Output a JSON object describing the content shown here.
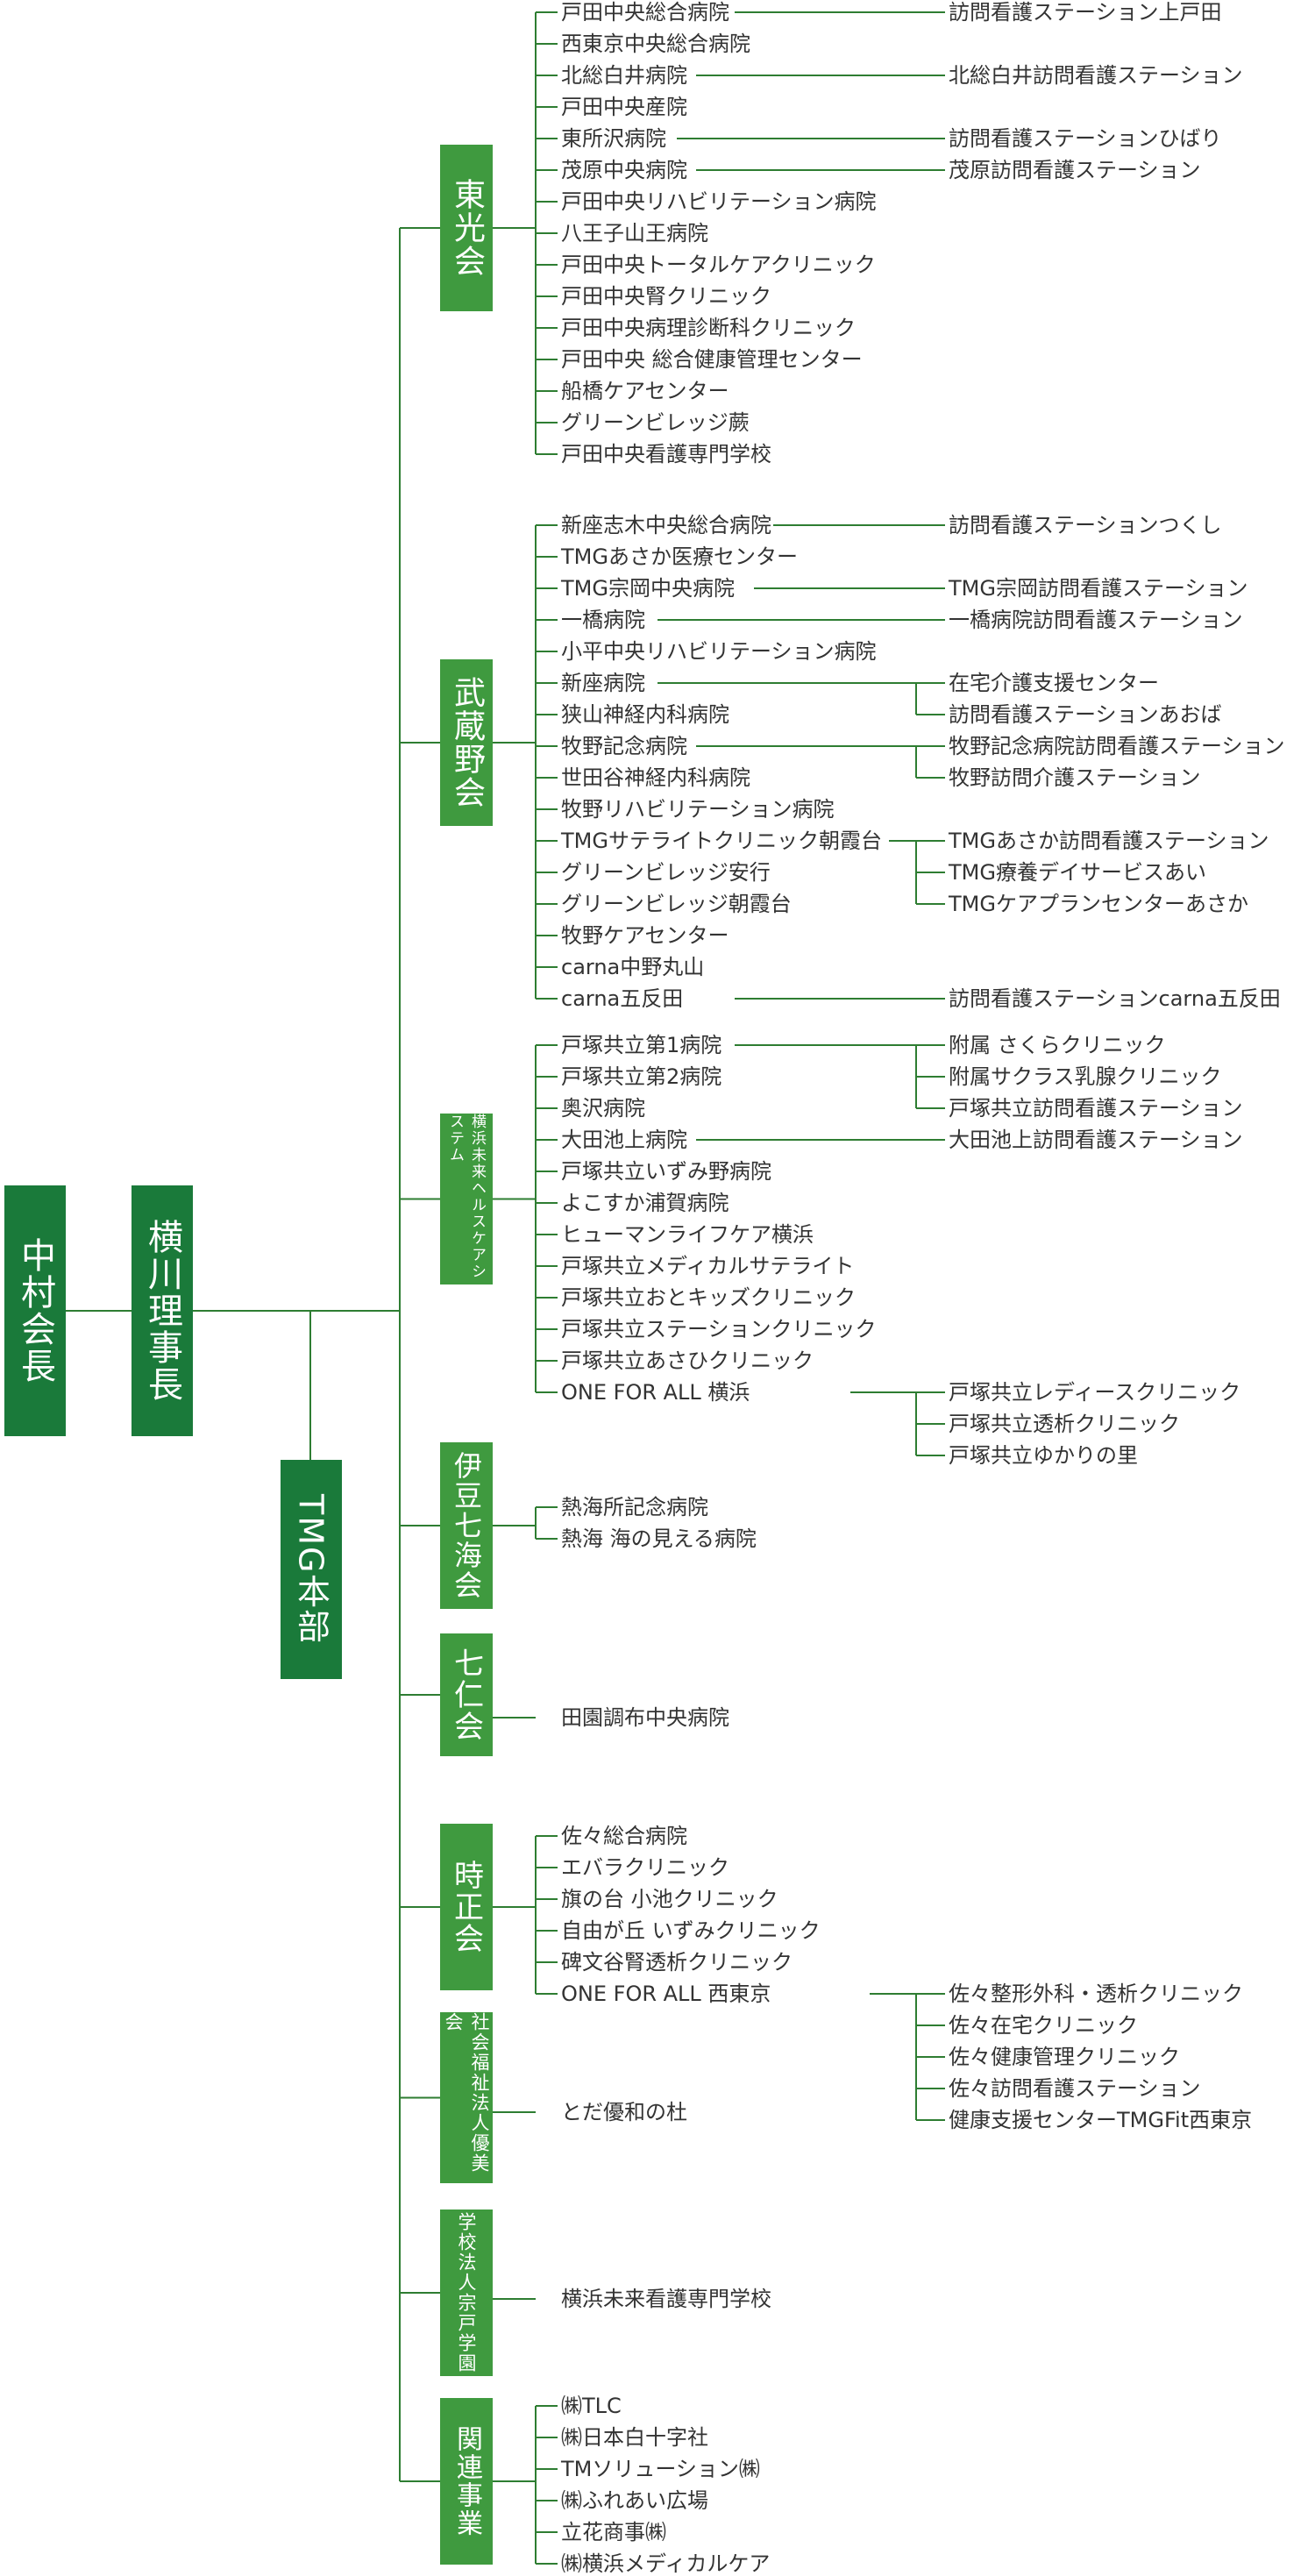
{
  "colors": {
    "dark": "#1a7a3a",
    "medium": "#3f9a3f",
    "line": "#2e7d32",
    "text": "#333333"
  },
  "top": {
    "chairman": "中村会長",
    "director": "横川理事長",
    "hq": "TMG本部"
  },
  "groups": [
    {
      "name": "東光会",
      "items": [
        {
          "label": "戸田中央総合病院",
          "children": [
            "訪問看護ステーション上戸田"
          ]
        },
        {
          "label": "西東京中央総合病院",
          "children": []
        },
        {
          "label": "北総白井病院",
          "children": [
            "北総白井訪問看護ステーション"
          ]
        },
        {
          "label": "戸田中央産院",
          "children": []
        },
        {
          "label": "東所沢病院",
          "children": [
            "訪問看護ステーションひばり"
          ]
        },
        {
          "label": "茂原中央病院",
          "children": [
            "茂原訪問看護ステーション"
          ]
        },
        {
          "label": "戸田中央リハビリテーション病院",
          "children": []
        },
        {
          "label": "八王子山王病院",
          "children": []
        },
        {
          "label": "戸田中央トータルケアクリニック",
          "children": []
        },
        {
          "label": "戸田中央腎クリニック",
          "children": []
        },
        {
          "label": "戸田中央病理診断科クリニック",
          "children": []
        },
        {
          "label": "戸田中央 総合健康管理センター",
          "children": []
        },
        {
          "label": "船橋ケアセンター",
          "children": []
        },
        {
          "label": "グリーンビレッジ蕨",
          "children": []
        },
        {
          "label": "戸田中央看護専門学校",
          "children": []
        }
      ]
    },
    {
      "name": "武蔵野会",
      "items": [
        {
          "label": "新座志木中央総合病院",
          "children": [
            "訪問看護ステーションつくし"
          ]
        },
        {
          "label": "TMGあさか医療センター",
          "children": []
        },
        {
          "label": "TMG宗岡中央病院",
          "children": [
            "TMG宗岡訪問看護ステーション"
          ]
        },
        {
          "label": "一橋病院",
          "children": [
            "一橋病院訪問看護ステーション"
          ]
        },
        {
          "label": "小平中央リハビリテーション病院",
          "children": []
        },
        {
          "label": "新座病院",
          "children": [
            "在宅介護支援センター",
            "訪問看護ステーションあおば"
          ]
        },
        {
          "label": "狭山神経内科病院",
          "children": []
        },
        {
          "label": "牧野記念病院",
          "children": [
            "牧野記念病院訪問看護ステーション",
            "牧野訪問介護ステーション"
          ]
        },
        {
          "label": "世田谷神経内科病院",
          "children": []
        },
        {
          "label": "牧野リハビリテーション病院",
          "children": []
        },
        {
          "label": "TMGサテライトクリニック朝霞台",
          "children": [
            "TMGあさか訪問看護ステーション",
            "TMG療養デイサービスあい",
            "TMGケアプランセンターあさか"
          ]
        },
        {
          "label": "グリーンビレッジ安行",
          "children": []
        },
        {
          "label": "グリーンビレッジ朝霞台",
          "children": []
        },
        {
          "label": "牧野ケアセンター",
          "children": []
        },
        {
          "label": "carna中野丸山",
          "children": []
        },
        {
          "label": "carna五反田",
          "children": [
            "訪問看護ステーションcarna五反田"
          ]
        }
      ]
    },
    {
      "name": "横浜未来ヘルスケアシステム",
      "items": [
        {
          "label": "戸塚共立第1病院",
          "children": [
            "附属 さくらクリニック",
            "附属サクラス乳腺クリニック",
            "戸塚共立訪問看護ステーション"
          ]
        },
        {
          "label": "戸塚共立第2病院",
          "children": []
        },
        {
          "label": "奥沢病院",
          "children": []
        },
        {
          "label": "大田池上病院",
          "children": [
            "大田池上訪問看護ステーション"
          ]
        },
        {
          "label": "戸塚共立いずみ野病院",
          "children": []
        },
        {
          "label": "よこすか浦賀病院",
          "children": []
        },
        {
          "label": "ヒューマンライフケア横浜",
          "children": []
        },
        {
          "label": "戸塚共立メディカルサテライト",
          "children": []
        },
        {
          "label": "戸塚共立おとキッズクリニック",
          "children": []
        },
        {
          "label": "戸塚共立ステーションクリニック",
          "children": []
        },
        {
          "label": "戸塚共立あさひクリニック",
          "children": []
        },
        {
          "label": "ONE FOR ALL 横浜",
          "children": [
            "戸塚共立レディースクリニック",
            "戸塚共立透析クリニック",
            "戸塚共立ゆかりの里"
          ]
        }
      ]
    },
    {
      "name": "伊豆七海会",
      "items": [
        {
          "label": "熱海所記念病院",
          "children": []
        },
        {
          "label": "熱海 海の見える病院",
          "children": []
        }
      ]
    },
    {
      "name": "七仁会",
      "items": [
        {
          "label": "田園調布中央病院",
          "children": []
        }
      ]
    },
    {
      "name": "時正会",
      "items": [
        {
          "label": "佐々総合病院",
          "children": []
        },
        {
          "label": "エバラクリニック",
          "children": []
        },
        {
          "label": "旗の台 小池クリニック",
          "children": []
        },
        {
          "label": "自由が丘 いずみクリニック",
          "children": []
        },
        {
          "label": "碑文谷腎透析クリニック",
          "children": []
        },
        {
          "label": "ONE FOR ALL 西東京",
          "children": [
            "佐々整形外科・透析クリニック",
            "佐々在宅クリニック",
            "佐々健康管理クリニック",
            "佐々訪問看護ステーション",
            "健康支援センターTMGFit西東京"
          ]
        }
      ]
    },
    {
      "name": "社会福祉法人優美会",
      "items": [
        {
          "label": "とだ優和の杜",
          "children": []
        }
      ]
    },
    {
      "name": "学校法人宗戸学園",
      "items": [
        {
          "label": "横浜未来看護専門学校",
          "children": []
        }
      ]
    },
    {
      "name": "関連事業",
      "items": [
        {
          "label": "㈱TLC",
          "children": []
        },
        {
          "label": "㈱日本白十字社",
          "children": []
        },
        {
          "label": "TMソリューション㈱",
          "children": []
        },
        {
          "label": "㈱ふれあい広場",
          "children": []
        },
        {
          "label": "立花商事㈱",
          "children": []
        },
        {
          "label": "㈱横浜メディカルケア",
          "children": []
        }
      ]
    }
  ]
}
